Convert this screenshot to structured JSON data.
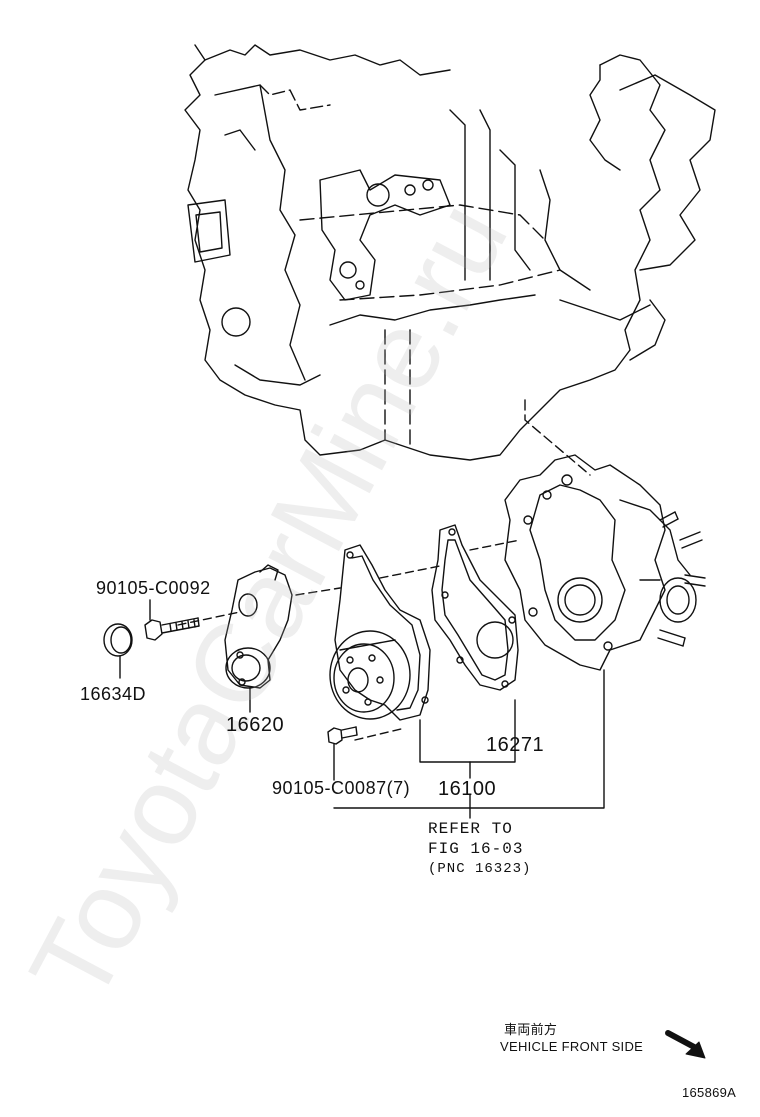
{
  "diagram": {
    "part_labels": {
      "bolt_tensioner": "90105-C0092",
      "cap": "16634D",
      "tensioner": "16620",
      "gasket": "16271",
      "bolt_pump": "90105-C0087(7)",
      "water_pump": "16100"
    },
    "refer": {
      "line1": "REFER TO",
      "line2": "FIG 16-03",
      "line3": "(PNC 16323)"
    },
    "direction": {
      "japanese": "車両前方",
      "english": "VEHICLE FRONT SIDE"
    },
    "figure_id": "165869A",
    "watermark": "ToyotaCarMine.ru"
  }
}
